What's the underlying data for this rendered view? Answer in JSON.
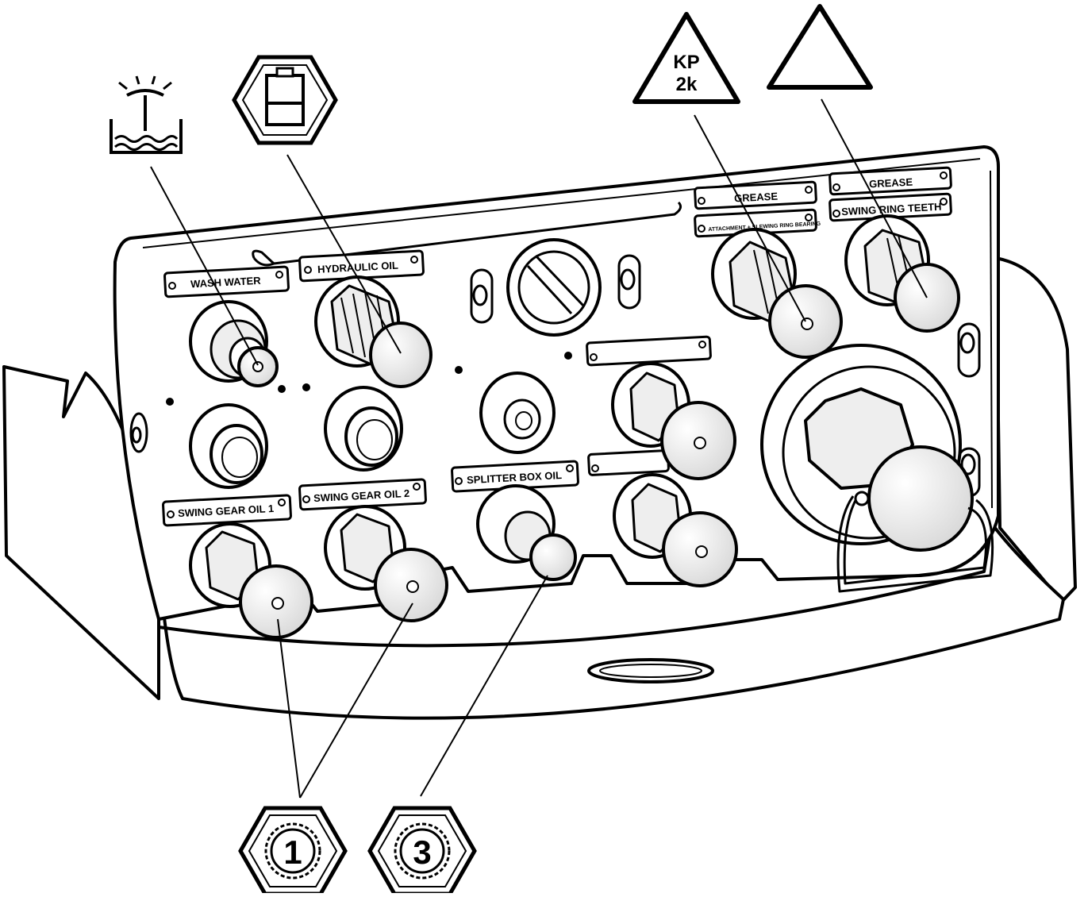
{
  "labels": {
    "wash_water": "WASH WATER",
    "hydraulic_oil": "HYDRAULIC OIL",
    "swing_gear_oil_1": "SWING GEAR OIL 1",
    "swing_gear_oil_2": "SWING GEAR OIL 2",
    "splitter_box_oil": "SPLITTER BOX OIL",
    "grease_1": "GREASE",
    "attachment_ring_bearing": "ATTACHMENT + SLEWING RING BEARING",
    "grease_2": "GREASE",
    "swing_ring_teeth": "SWING RING TEETH"
  },
  "symbols": {
    "kp2k_line1": "KP",
    "kp2k_line2": "2k",
    "hex_1": "1",
    "hex_3": "3"
  },
  "icons": {
    "wash_water": "wash-water-icon",
    "hydraulic_oil": "hydraulic-tank-icon",
    "grease_kp2k": "warning-triangle-icon",
    "grease_plain": "warning-triangle-icon",
    "gear_oil": "gear-hexagon-icon"
  },
  "colors": {
    "ink": "#000000",
    "paper": "#ffffff",
    "panel": "#f4f4f4"
  }
}
